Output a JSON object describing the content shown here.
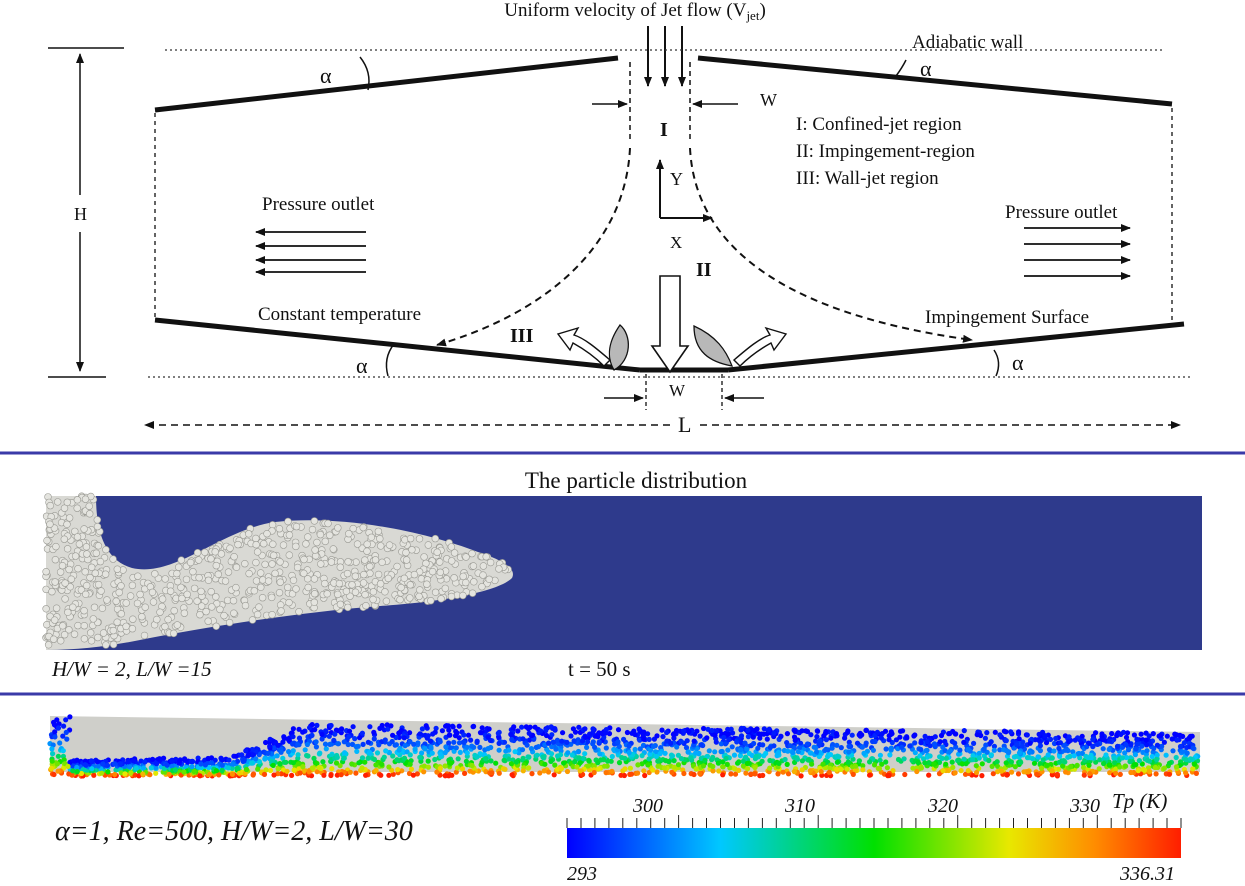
{
  "schematic": {
    "jet_title_prefix": "Uniform velocity of Jet flow (V",
    "jet_title_sub": "jet",
    "jet_title_suffix": ")",
    "adiabatic_wall": "Adiabatic wall",
    "alpha": "α",
    "w_label": "W",
    "h_label": "H",
    "l_label": "L",
    "region_1": "I",
    "region_2": "II",
    "region_3": "III",
    "legend": [
      "I: Confined-jet region",
      "II: Impingement-region",
      "III: Wall-jet region"
    ],
    "axis_y": "Y",
    "axis_x": "X",
    "pressure_outlet_left": "Pressure outlet",
    "pressure_outlet_right": "Pressure outlet",
    "constant_temperature": "Constant temperature",
    "impingement_surface": "Impingement Surface"
  },
  "particles": {
    "title": "The particle distribution",
    "params": "H/W = 2, L/W =15",
    "time": "t = 50 s"
  },
  "temperature": {
    "params": "α=1, Re=500, H/W=2, L/W=30",
    "colorbar_label": "Tp (K)",
    "ticks": [
      "300",
      "310",
      "320",
      "330"
    ],
    "min_label": "293",
    "max_label": "336.31"
  },
  "colors": {
    "divider": "#3a3aa8",
    "fluid_blue": "#2e3a8c",
    "particle": "#d9d9d4"
  }
}
